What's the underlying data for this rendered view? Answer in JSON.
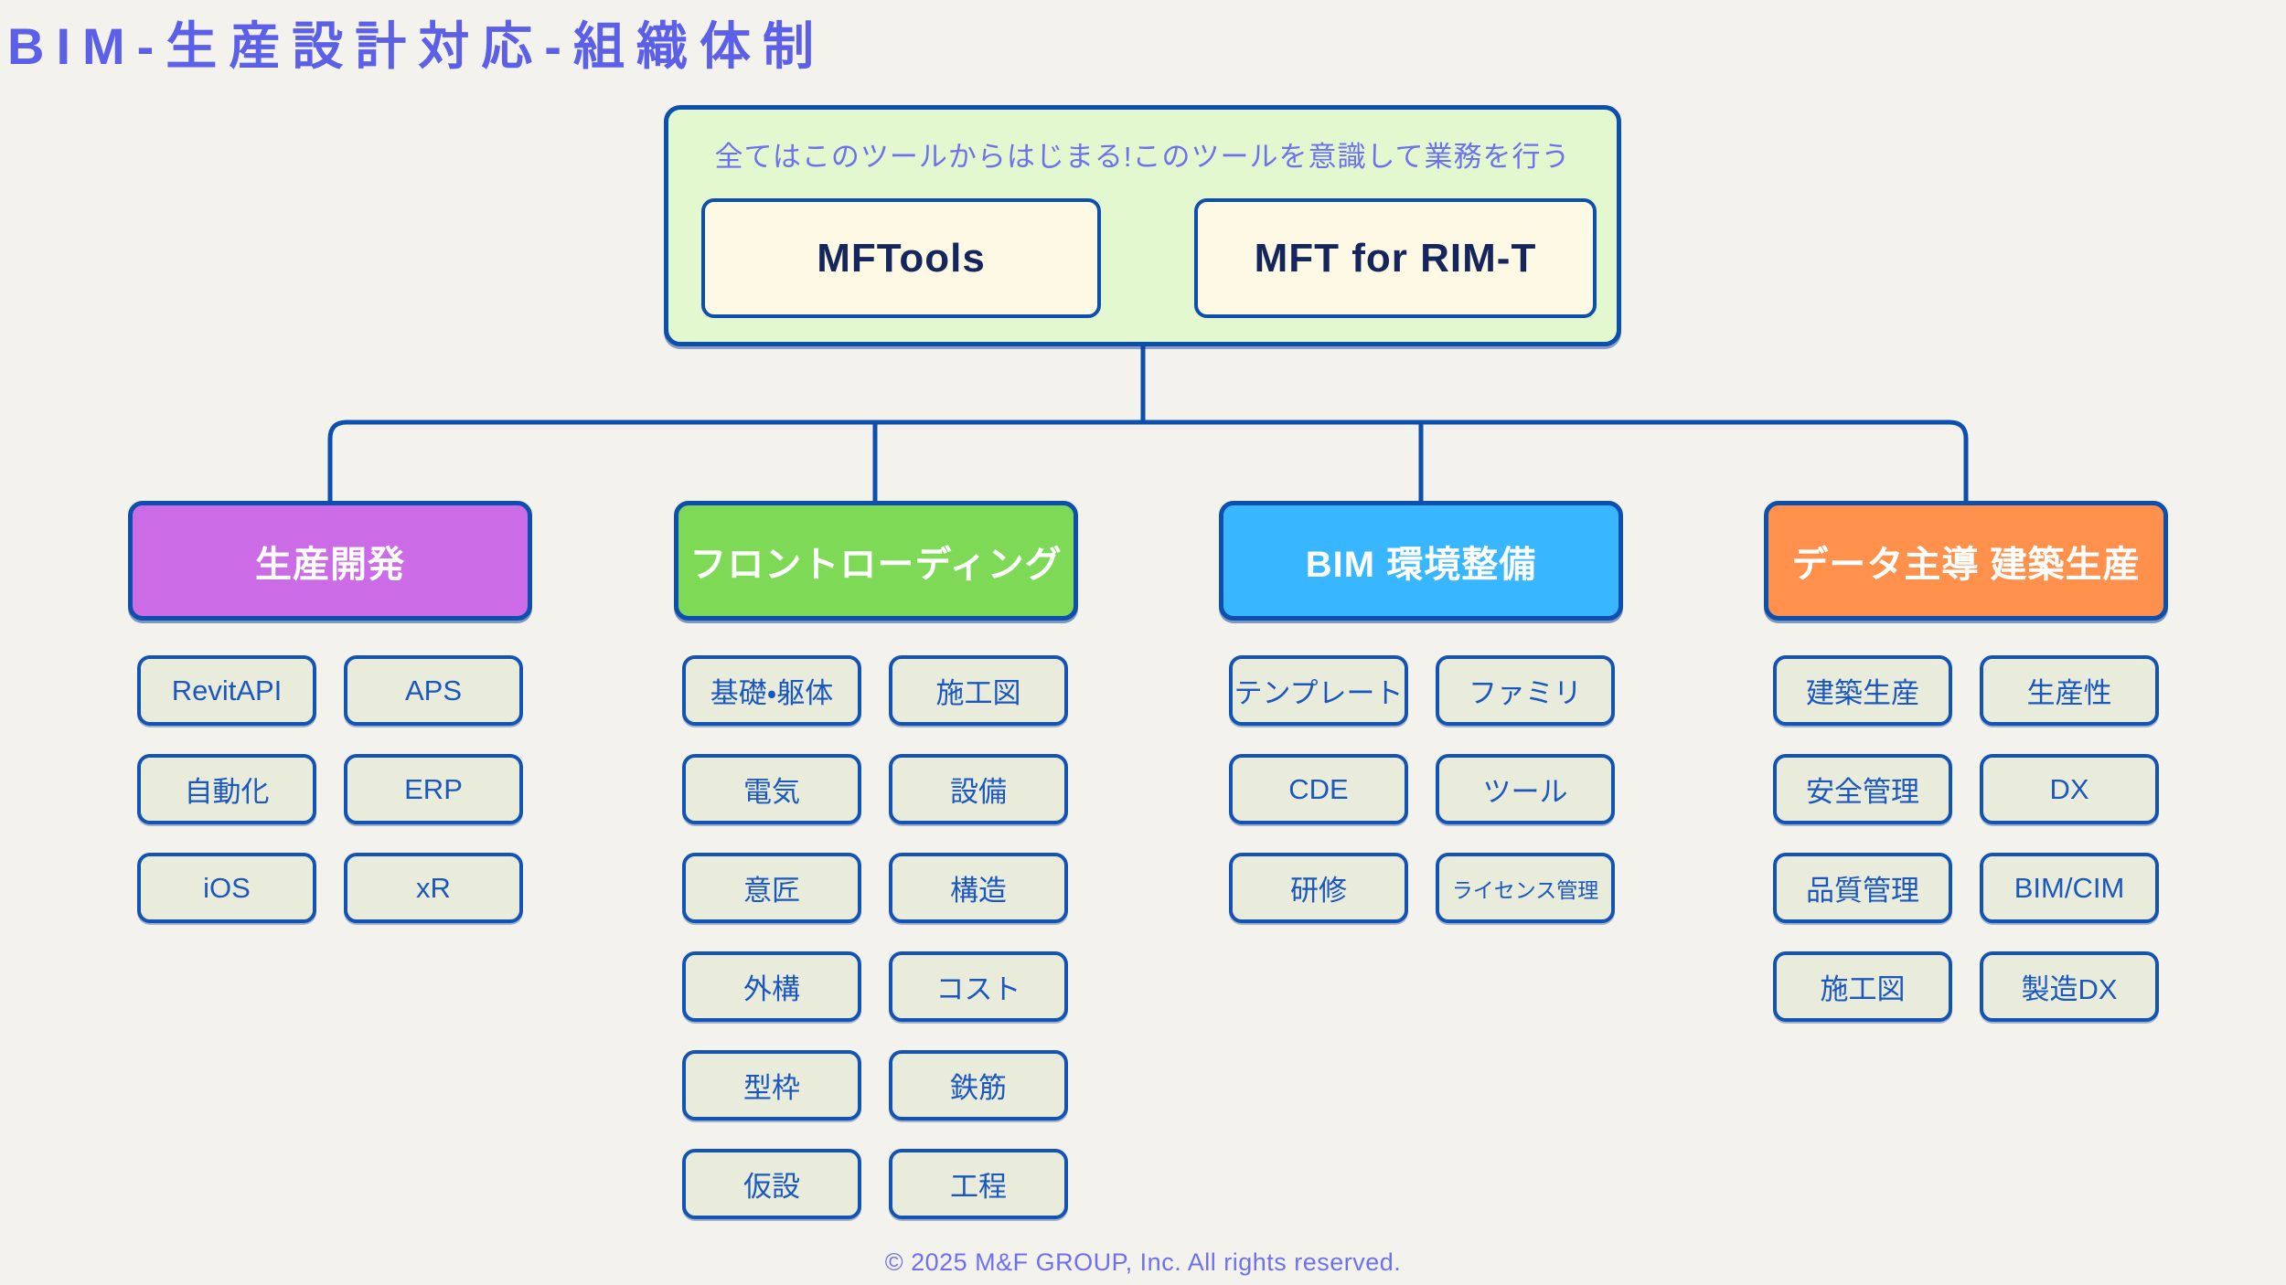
{
  "page": {
    "title": "BIM-生産設計対応-組織体制",
    "footer": "© 2025 M&F GROUP, Inc. All rights reserved."
  },
  "root": {
    "subtitle": "全てはこのツールからはじまる!このツールを意識して業務を行う",
    "tools": [
      {
        "label": "MFTools"
      },
      {
        "label": "MFT for RIM-T"
      }
    ]
  },
  "branches": [
    {
      "label": "生産開発",
      "color": "#cb6ce6",
      "children": [
        "RevitAPI",
        "APS",
        "自動化",
        "ERP",
        "iOS",
        "xR"
      ]
    },
    {
      "label": "フロントローディング",
      "color": "#7ed957",
      "children": [
        "基礎・躯体",
        "施工図",
        "電気",
        "設備",
        "意匠",
        "構造",
        "外構",
        "コスト",
        "型枠",
        "鉄筋",
        "仮設",
        "工程"
      ]
    },
    {
      "label": "BIM 環境整備",
      "color": "#38b6ff",
      "children": [
        "テンプレート",
        "ファミリ",
        "CDE",
        "ツール",
        "研修",
        "ライセンス管理"
      ]
    },
    {
      "label": "データ主導 建築生産",
      "color": "#ff914d",
      "children": [
        "建築生産",
        "生産性",
        "安全管理",
        "DX",
        "品質管理",
        "BIM/CIM",
        "施工図",
        "製造DX"
      ]
    }
  ],
  "colors": {
    "background": "#f4f2ec",
    "title_text": "#5c60e8",
    "subtitle_text": "#6e71ef",
    "connector_blue": "#0d4fae",
    "root_fill": "#e4f8cf",
    "tool_fill": "#fdf9e4",
    "tool_text": "#15265c",
    "child_fill": "#e9ecdb",
    "child_text": "#1a57c0",
    "header_text": "#ffffff"
  }
}
